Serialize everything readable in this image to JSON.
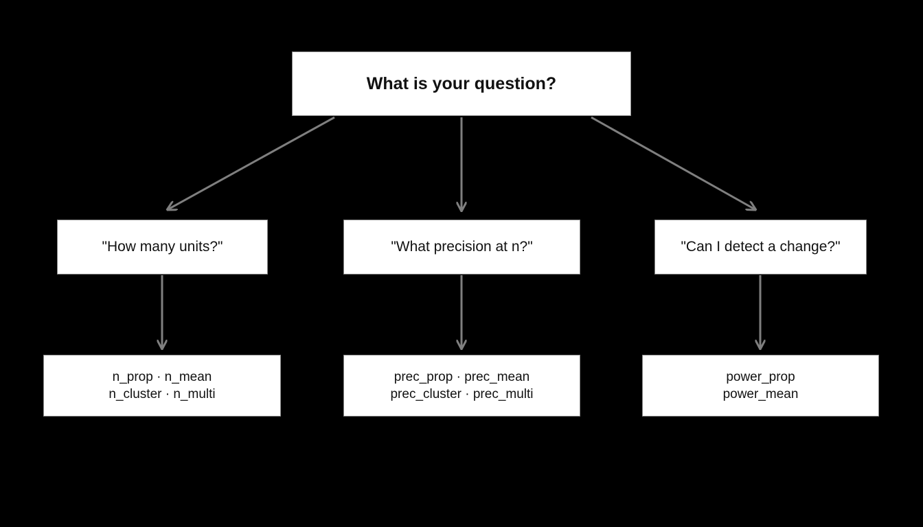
{
  "colors": {
    "background": "#000000",
    "node-fill": "#ffffff",
    "node-border": "#888888",
    "arrow": "#7f7f7f",
    "text": "#111111"
  },
  "diagram": {
    "root": {
      "label": "What is your question?"
    },
    "questions": [
      {
        "label": "\"How many units?\""
      },
      {
        "label": "\"What precision at n?\""
      },
      {
        "label": "\"Can I detect a change?\""
      }
    ],
    "functions": [
      {
        "line1": "n_prop · n_mean",
        "line2": "n_cluster · n_multi"
      },
      {
        "line1": "prec_prop · prec_mean",
        "line2": "prec_cluster · prec_multi"
      },
      {
        "line1": "power_prop",
        "line2": "power_mean"
      }
    ]
  }
}
